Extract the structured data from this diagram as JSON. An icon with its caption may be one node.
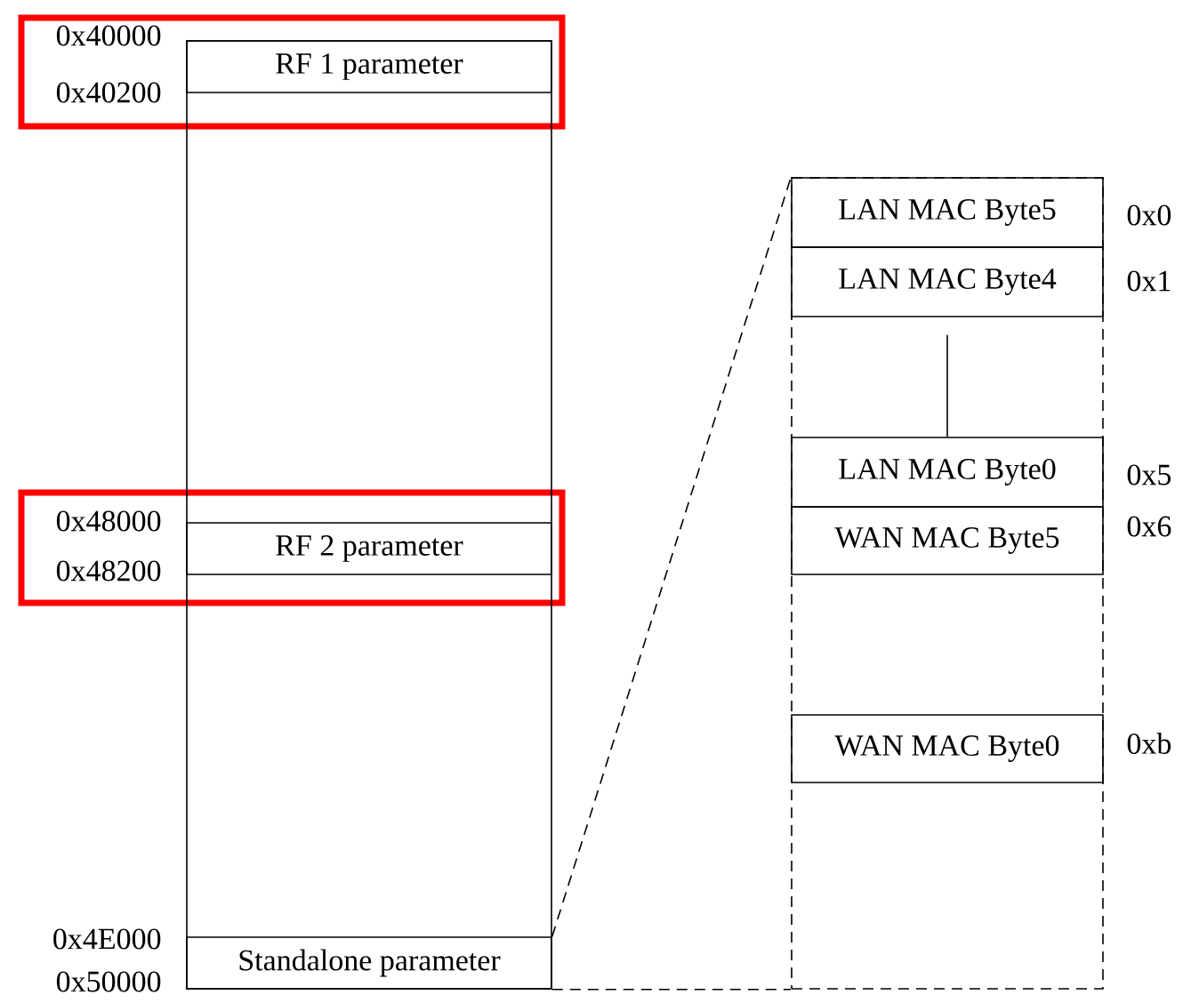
{
  "diagram": {
    "nodes": [
      {
        "text": [],
        "shape": "box"
      },
      {
        "text": [
          "RF 1 parameter"
        ],
        "in": 0,
        "beside": [
          "0x40000",
          "0x40200"
        ]
      },
      {
        "text": [
          "RF 2 parameter"
        ],
        "in": 0,
        "beside": [
          "0x48000",
          "0x48200"
        ]
      },
      {
        "text": [
          "Standalone parameter"
        ],
        "in": 0,
        "beside": [
          "0x4E000",
          "0x50000"
        ]
      },
      {
        "text": [],
        "shape": "box"
      },
      {
        "text": [
          "LAN MAC Byte5"
        ],
        "in": 4,
        "beside": [
          "0x0"
        ]
      },
      {
        "text": [
          "LAN MAC Byte4"
        ],
        "in": 4,
        "beside": [
          "0x1"
        ]
      },
      {
        "text": [
          "LAN MAC Byte0"
        ],
        "in": 4,
        "beside": [
          "0x5"
        ]
      },
      {
        "text": [
          "WAN MAC Byte5"
        ],
        "in": 4,
        "beside": [
          "0x6"
        ]
      },
      {
        "text": [
          "WAN MAC Byte0"
        ],
        "in": 4,
        "beside": [
          "0xb"
        ]
      }
    ],
    "edges": [
      {
        "from": 3,
        "to": 4,
        "arrow": "none",
        "style": "dashed"
      },
      {
        "from": 3,
        "to": 4,
        "arrow": "none",
        "style": "dashed"
      },
      {
        "from": 6,
        "to": 7,
        "arrow": "none"
      }
    ]
  }
}
